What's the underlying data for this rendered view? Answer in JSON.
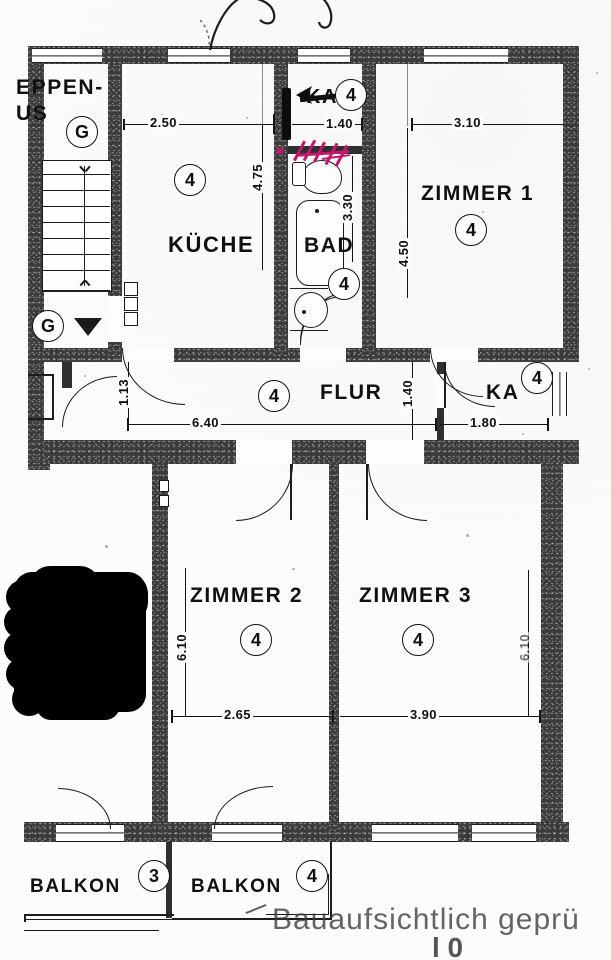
{
  "document": {
    "kind": "architectural-floor-plan",
    "language": "de",
    "approval_stamp": "Bauaufsichtlich geprü",
    "approval_stamp_partial_line2": "l 0"
  },
  "rooms": [
    {
      "id": "treppenhaus",
      "label": "EPPEN-",
      "label2": "US",
      "marker": "G",
      "marker2": "G"
    },
    {
      "id": "kueche",
      "label": "KÜCHE",
      "marker": "4"
    },
    {
      "id": "bad",
      "label": "BAD",
      "marker": "4"
    },
    {
      "id": "zimmer1",
      "label": "ZIMMER 1",
      "marker": "4"
    },
    {
      "id": "flur",
      "label": "FLUR",
      "marker": "4"
    },
    {
      "id": "ka_flur",
      "label": "KA",
      "marker": "4"
    },
    {
      "id": "ka_top",
      "label": "KA",
      "marker": "4"
    },
    {
      "id": "zimmer2",
      "label": "ZIMMER 2",
      "marker": "4"
    },
    {
      "id": "zimmer3",
      "label": "ZIMMER 3",
      "marker": "4"
    },
    {
      "id": "balkon_left",
      "label": "BALKON",
      "marker": "3"
    },
    {
      "id": "balkon_right",
      "label": "BALKON",
      "marker": "4"
    }
  ],
  "dimensions": {
    "kueche_width": "2.50",
    "kueche_height": "4.75",
    "bad_width": "1.40",
    "bad_height": "3.30",
    "zimmer1_width": "3.10",
    "zimmer1_height": "4.50",
    "flur_width": "6.40",
    "flur_height": "1.40",
    "flur_left_height": "1.13",
    "ka_width": "1.80",
    "zimmer2_width": "2.65",
    "zimmer2_height": "6.10",
    "zimmer3_width": "3.90",
    "zimmer3_height": "6.10"
  },
  "markers": {
    "stair_marker_upper": "G",
    "stair_marker_lower": "G"
  },
  "annotations": {
    "redaction": "black-redaction-blob",
    "magenta_strikethrough": "magenta-hatch-marks",
    "ka_strikeout": "struck-through-ka-label"
  },
  "colors": {
    "wall": "#3b3b3b",
    "ink": "#101010",
    "paper": "#fdfdfb",
    "redaction": "#000000",
    "magenta": "#c2186c"
  }
}
